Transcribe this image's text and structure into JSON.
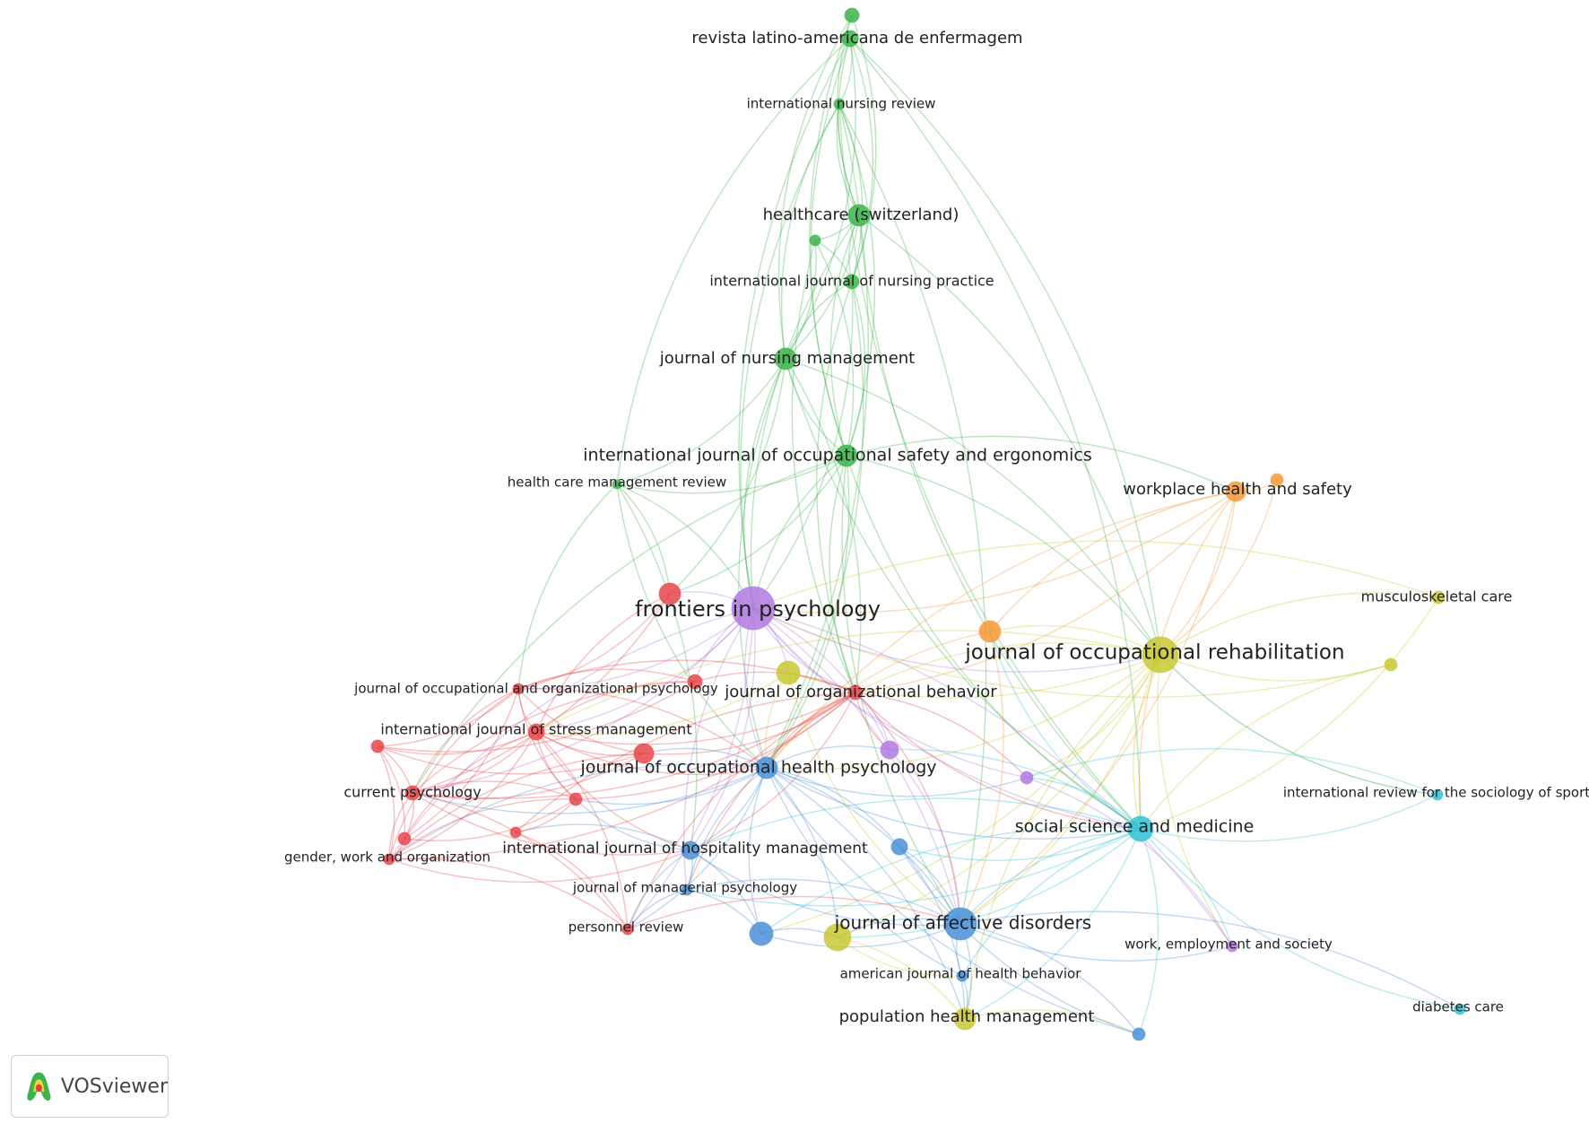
{
  "app": {
    "logo_label": "VOSviewer"
  },
  "clusters": {
    "red": "#e8474b",
    "green": "#3cb44b",
    "blue": "#4a90d9",
    "yellow": "#c8c832",
    "purple": "#b07ae0",
    "cyan": "#33c2d6",
    "orange": "#f5993a"
  },
  "nodes": [
    {
      "id": "n1",
      "label": "revista latino-americana de enfermagem",
      "cluster": "green"
    },
    {
      "id": "n2",
      "label": "international nursing review",
      "cluster": "green"
    },
    {
      "id": "n3",
      "label": "healthcare (switzerland)",
      "cluster": "green"
    },
    {
      "id": "n4",
      "label": "international journal of nursing practice",
      "cluster": "green"
    },
    {
      "id": "n5",
      "label": "journal of nursing management",
      "cluster": "green"
    },
    {
      "id": "n6",
      "label": "international journal of occupational safety and ergonomics",
      "cluster": "green"
    },
    {
      "id": "n7",
      "label": "health care management review",
      "cluster": "green"
    },
    {
      "id": "n8",
      "label": "workplace health and safety",
      "cluster": "orange"
    },
    {
      "id": "n9",
      "label": "musculoskeletal care",
      "cluster": "yellow"
    },
    {
      "id": "n10",
      "label": "frontiers in psychology",
      "cluster": "purple"
    },
    {
      "id": "n11",
      "label": "journal of occupational rehabilitation",
      "cluster": "yellow"
    },
    {
      "id": "n12",
      "label": "journal of occupational and organizational psychology",
      "cluster": "red"
    },
    {
      "id": "n13",
      "label": "journal of organizational behavior",
      "cluster": "red"
    },
    {
      "id": "n14",
      "label": "international journal of stress management",
      "cluster": "red"
    },
    {
      "id": "n15",
      "label": "journal of occupational health psychology",
      "cluster": "blue"
    },
    {
      "id": "n16",
      "label": "current psychology",
      "cluster": "red"
    },
    {
      "id": "n17",
      "label": "international review for the sociology of sport",
      "cluster": "cyan"
    },
    {
      "id": "n18",
      "label": "social science and medicine",
      "cluster": "cyan"
    },
    {
      "id": "n19",
      "label": "gender, work and organization",
      "cluster": "red"
    },
    {
      "id": "n20",
      "label": "international journal of hospitality management",
      "cluster": "blue"
    },
    {
      "id": "n21",
      "label": "journal of managerial psychology",
      "cluster": "blue"
    },
    {
      "id": "n22",
      "label": "journal of affective disorders",
      "cluster": "blue"
    },
    {
      "id": "n23",
      "label": "personnel review",
      "cluster": "red"
    },
    {
      "id": "n24",
      "label": "work, employment and society",
      "cluster": "purple"
    },
    {
      "id": "n25",
      "label": "american journal of health behavior",
      "cluster": "blue"
    },
    {
      "id": "n26",
      "label": "diabetes care",
      "cluster": "cyan"
    },
    {
      "id": "n27",
      "label": "population health management",
      "cluster": "yellow"
    },
    {
      "id": "u1",
      "label": "",
      "cluster": "green"
    },
    {
      "id": "u2",
      "label": "",
      "cluster": "green"
    },
    {
      "id": "u3",
      "label": "",
      "cluster": "red"
    },
    {
      "id": "u4",
      "label": "",
      "cluster": "orange"
    },
    {
      "id": "u5",
      "label": "",
      "cluster": "yellow"
    },
    {
      "id": "u6",
      "label": "",
      "cluster": "red"
    },
    {
      "id": "u7",
      "label": "",
      "cluster": "red"
    },
    {
      "id": "u8",
      "label": "",
      "cluster": "purple"
    },
    {
      "id": "u9",
      "label": "",
      "cluster": "red"
    },
    {
      "id": "u10",
      "label": "",
      "cluster": "purple"
    },
    {
      "id": "u11",
      "label": "",
      "cluster": "red"
    },
    {
      "id": "u12",
      "label": "",
      "cluster": "red"
    },
    {
      "id": "u13",
      "label": "",
      "cluster": "blue"
    },
    {
      "id": "u14",
      "label": "",
      "cluster": "red"
    },
    {
      "id": "u15",
      "label": "",
      "cluster": "blue"
    },
    {
      "id": "u16",
      "label": "",
      "cluster": "yellow"
    },
    {
      "id": "u17",
      "label": "",
      "cluster": "blue"
    },
    {
      "id": "u18",
      "label": "",
      "cluster": "yellow"
    },
    {
      "id": "u19",
      "label": "",
      "cluster": "orange"
    }
  ],
  "edges": [
    [
      "n1",
      "n2"
    ],
    [
      "n1",
      "n3"
    ],
    [
      "n1",
      "n5"
    ],
    [
      "n1",
      "n6"
    ],
    [
      "n1",
      "n11"
    ],
    [
      "n1",
      "n10"
    ],
    [
      "n1",
      "n18"
    ],
    [
      "n1",
      "n7"
    ],
    [
      "n1",
      "n4"
    ],
    [
      "n2",
      "n3"
    ],
    [
      "n2",
      "n4"
    ],
    [
      "n2",
      "n5"
    ],
    [
      "n2",
      "n6"
    ],
    [
      "n2",
      "n10"
    ],
    [
      "n2",
      "n15"
    ],
    [
      "n2",
      "n18"
    ],
    [
      "n2",
      "n22"
    ],
    [
      "n3",
      "n4"
    ],
    [
      "n3",
      "n5"
    ],
    [
      "n3",
      "n6"
    ],
    [
      "n3",
      "u1"
    ],
    [
      "n3",
      "n10"
    ],
    [
      "n3",
      "n11"
    ],
    [
      "n3",
      "n18"
    ],
    [
      "n3",
      "u2"
    ],
    [
      "n4",
      "n5"
    ],
    [
      "n4",
      "n6"
    ],
    [
      "n4",
      "u2"
    ],
    [
      "n4",
      "n10"
    ],
    [
      "n4",
      "n13"
    ],
    [
      "n4",
      "n15"
    ],
    [
      "n5",
      "n6"
    ],
    [
      "n5",
      "n7"
    ],
    [
      "n5",
      "n10"
    ],
    [
      "n5",
      "n13"
    ],
    [
      "n5",
      "n15"
    ],
    [
      "n5",
      "u3"
    ],
    [
      "n5",
      "n18"
    ],
    [
      "n5",
      "n11"
    ],
    [
      "n5",
      "u2"
    ],
    [
      "n6",
      "n7"
    ],
    [
      "n6",
      "n10"
    ],
    [
      "n6",
      "n11"
    ],
    [
      "n6",
      "n13"
    ],
    [
      "n6",
      "n15"
    ],
    [
      "n6",
      "n18"
    ],
    [
      "n6",
      "n8"
    ],
    [
      "n6",
      "n22"
    ],
    [
      "n6",
      "u3"
    ],
    [
      "n6",
      "n16"
    ],
    [
      "n7",
      "n10"
    ],
    [
      "n7",
      "n15"
    ],
    [
      "n7",
      "u3"
    ],
    [
      "n7",
      "n12"
    ],
    [
      "n7",
      "n20"
    ],
    [
      "n8",
      "u19"
    ],
    [
      "n8",
      "n11"
    ],
    [
      "n8",
      "n18"
    ],
    [
      "n8",
      "n10"
    ],
    [
      "n8",
      "u4"
    ],
    [
      "n8",
      "n13"
    ],
    [
      "n8",
      "n15"
    ],
    [
      "n8",
      "n22"
    ],
    [
      "n9",
      "n11"
    ],
    [
      "n9",
      "n18"
    ],
    [
      "n9",
      "n10"
    ],
    [
      "u18",
      "n11"
    ],
    [
      "u18",
      "n18"
    ],
    [
      "u18",
      "n10"
    ],
    [
      "n10",
      "n11"
    ],
    [
      "n10",
      "n12"
    ],
    [
      "n10",
      "n13"
    ],
    [
      "n10",
      "n14"
    ],
    [
      "n10",
      "n15"
    ],
    [
      "n10",
      "n16"
    ],
    [
      "n10",
      "n18"
    ],
    [
      "n10",
      "n20"
    ],
    [
      "n10",
      "n21"
    ],
    [
      "n10",
      "n22"
    ],
    [
      "n10",
      "u3"
    ],
    [
      "n10",
      "u5"
    ],
    [
      "n10",
      "u6"
    ],
    [
      "n10",
      "u8"
    ],
    [
      "n10",
      "u10"
    ],
    [
      "n10",
      "n24"
    ],
    [
      "n10",
      "n19"
    ],
    [
      "n10",
      "n23"
    ],
    [
      "n11",
      "n13"
    ],
    [
      "n11",
      "n15"
    ],
    [
      "n11",
      "n18"
    ],
    [
      "n11",
      "n22"
    ],
    [
      "n11",
      "u4"
    ],
    [
      "n11",
      "u5"
    ],
    [
      "n11",
      "n27"
    ],
    [
      "n11",
      "u10"
    ],
    [
      "n11",
      "n17"
    ],
    [
      "n11",
      "u16"
    ],
    [
      "n11",
      "n24"
    ],
    [
      "n11",
      "u15"
    ],
    [
      "n11",
      "n14"
    ],
    [
      "n12",
      "n13"
    ],
    [
      "n12",
      "n14"
    ],
    [
      "n12",
      "n15"
    ],
    [
      "n12",
      "n16"
    ],
    [
      "n12",
      "u9"
    ],
    [
      "n12",
      "u7"
    ],
    [
      "n12",
      "u6"
    ],
    [
      "n12",
      "n19"
    ],
    [
      "n12",
      "u11"
    ],
    [
      "n12",
      "u12"
    ],
    [
      "n13",
      "n14"
    ],
    [
      "n13",
      "n15"
    ],
    [
      "n13",
      "n16"
    ],
    [
      "n13",
      "n18"
    ],
    [
      "n13",
      "n20"
    ],
    [
      "n13",
      "n21"
    ],
    [
      "n13",
      "n22"
    ],
    [
      "n13",
      "u6"
    ],
    [
      "n13",
      "u7"
    ],
    [
      "n13",
      "u8"
    ],
    [
      "n13",
      "u10"
    ],
    [
      "n13",
      "n23"
    ],
    [
      "n13",
      "u12"
    ],
    [
      "n13",
      "u14"
    ],
    [
      "n13",
      "n19"
    ],
    [
      "n14",
      "n15"
    ],
    [
      "n14",
      "n16"
    ],
    [
      "n14",
      "u7"
    ],
    [
      "n14",
      "u9"
    ],
    [
      "n14",
      "u11"
    ],
    [
      "n14",
      "n19"
    ],
    [
      "n14",
      "n20"
    ],
    [
      "n14",
      "n23"
    ],
    [
      "n14",
      "u12"
    ],
    [
      "n15",
      "n16"
    ],
    [
      "n15",
      "n18"
    ],
    [
      "n15",
      "n20"
    ],
    [
      "n15",
      "n21"
    ],
    [
      "n15",
      "n22"
    ],
    [
      "n15",
      "n25"
    ],
    [
      "n15",
      "n27"
    ],
    [
      "n15",
      "u7"
    ],
    [
      "n15",
      "u8"
    ],
    [
      "n15",
      "u10"
    ],
    [
      "n15",
      "u13"
    ],
    [
      "n15",
      "u15"
    ],
    [
      "n15",
      "u16"
    ],
    [
      "n15",
      "u17"
    ],
    [
      "n15",
      "u12"
    ],
    [
      "n15",
      "n19"
    ],
    [
      "n15",
      "n23"
    ],
    [
      "n16",
      "u9"
    ],
    [
      "n16",
      "u11"
    ],
    [
      "n16",
      "n19"
    ],
    [
      "n16",
      "u12"
    ],
    [
      "n16",
      "u7"
    ],
    [
      "n16",
      "n23"
    ],
    [
      "n16",
      "n20"
    ],
    [
      "n17",
      "n18"
    ],
    [
      "n17",
      "u10"
    ],
    [
      "n17",
      "n11"
    ],
    [
      "n18",
      "n22"
    ],
    [
      "n18",
      "n24"
    ],
    [
      "n18",
      "n26"
    ],
    [
      "n18",
      "n27"
    ],
    [
      "n18",
      "u10"
    ],
    [
      "n18",
      "u13"
    ],
    [
      "n18",
      "u15"
    ],
    [
      "n18",
      "u17"
    ],
    [
      "n18",
      "n25"
    ],
    [
      "n18",
      "u16"
    ],
    [
      "n18",
      "u8"
    ],
    [
      "n18",
      "n21"
    ],
    [
      "n18",
      "n20"
    ],
    [
      "n18",
      "u4"
    ],
    [
      "n19",
      "u11"
    ],
    [
      "n19",
      "u12"
    ],
    [
      "n19",
      "n20"
    ],
    [
      "n19",
      "n23"
    ],
    [
      "n19",
      "u9"
    ],
    [
      "n20",
      "n21"
    ],
    [
      "n20",
      "n22"
    ],
    [
      "n20",
      "u12"
    ],
    [
      "n20",
      "u14"
    ],
    [
      "n20",
      "u15"
    ],
    [
      "n20",
      "n23"
    ],
    [
      "n21",
      "n22"
    ],
    [
      "n21",
      "n23"
    ],
    [
      "n21",
      "u15"
    ],
    [
      "n22",
      "n25"
    ],
    [
      "n22",
      "n27"
    ],
    [
      "n22",
      "u13"
    ],
    [
      "n22",
      "u15"
    ],
    [
      "n22",
      "u16"
    ],
    [
      "n22",
      "u17"
    ],
    [
      "n22",
      "n24"
    ],
    [
      "n22",
      "n26"
    ],
    [
      "n23",
      "u14"
    ],
    [
      "n23",
      "n22"
    ],
    [
      "n24",
      "u10"
    ],
    [
      "n25",
      "n27"
    ],
    [
      "n27",
      "u16"
    ],
    [
      "n27",
      "u17"
    ],
    [
      "u1",
      "n5"
    ],
    [
      "u1",
      "n4"
    ],
    [
      "u1",
      "n6"
    ],
    [
      "u2",
      "n6"
    ],
    [
      "u2",
      "n13"
    ],
    [
      "u3",
      "n12"
    ],
    [
      "u3",
      "n14"
    ],
    [
      "u3",
      "n16"
    ],
    [
      "u6",
      "n14"
    ],
    [
      "u6",
      "u9"
    ],
    [
      "u6",
      "n16"
    ],
    [
      "u7",
      "u9"
    ],
    [
      "u7",
      "n19"
    ],
    [
      "u8",
      "n22"
    ],
    [
      "u8",
      "n13"
    ],
    [
      "u9",
      "u11"
    ],
    [
      "u11",
      "u12"
    ],
    [
      "u12",
      "u14"
    ],
    [
      "u4",
      "n15"
    ],
    [
      "u4",
      "n22"
    ],
    [
      "u5",
      "n15"
    ],
    [
      "u5",
      "n14"
    ],
    [
      "u5",
      "n22"
    ],
    [
      "u13",
      "n27"
    ],
    [
      "u13",
      "u17"
    ],
    [
      "u15",
      "u16"
    ],
    [
      "u16",
      "n25"
    ],
    [
      "u19",
      "n11"
    ]
  ]
}
